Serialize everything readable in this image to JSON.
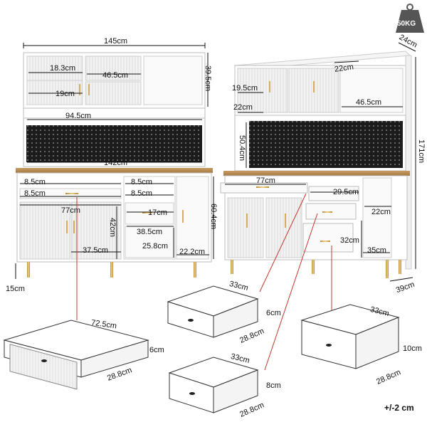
{
  "weight_badge": {
    "label": "50KG",
    "icon": "weight-icon"
  },
  "tolerance": "+/-2 cm",
  "front_view": {
    "total_width": "145cm",
    "upper_height": "39.5cm",
    "upper_shelf_1": "18.3cm",
    "upper_shelf_2": "19cm",
    "upper_compartment_width": "46.5cm",
    "middle_width": "94.5cm",
    "pegboard_width": "142cm",
    "lower_height": "60.4cm",
    "drawer_gap_1": "8.5cm",
    "drawer_gap_2": "8.5cm",
    "drawer_gap_3": "8.5cm",
    "drawer_gap_4": "8.5cm",
    "drawer_height_17": "17cm",
    "cabinet_width_77": "77cm",
    "door_height": "42cm",
    "door_width": "37.5cm",
    "middle_drawer_width": "38.5cm",
    "middle_drawer_height": "25.8cm",
    "side_door_width": "22.2cm",
    "leg_height": "15cm"
  },
  "side_view": {
    "depth_top": "24cm",
    "total_height": "171cm",
    "shelf_depth": "22cm",
    "upper_compartment": "19.5cm",
    "upper_depth": "22cm",
    "upper_width": "46.5cm",
    "pegboard_height": "50.4cm",
    "lower_width": "77cm",
    "lower_drawer": "29.5cm",
    "side_depth": "22cm",
    "side_height": "32cm",
    "side_small": "35cm",
    "base_depth": "39cm"
  },
  "drawers": [
    {
      "name": "large-drawer",
      "width": "72.5cm",
      "depth": "28.8cm",
      "height": "6cm"
    },
    {
      "name": "small-drawer-6",
      "width": "33cm",
      "depth": "28.8cm",
      "height": "6cm"
    },
    {
      "name": "small-drawer-8",
      "width": "33cm",
      "depth": "28.8cm",
      "height": "8cm"
    },
    {
      "name": "tall-drawer",
      "width": "33cm",
      "depth": "28.8cm",
      "height": "10cm"
    }
  ]
}
